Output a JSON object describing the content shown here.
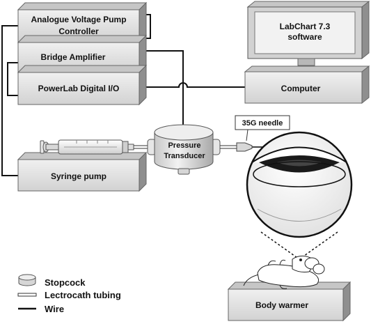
{
  "devices": {
    "pump_controller": {
      "line1": "Analogue Voltage Pump",
      "line2": "Controller"
    },
    "bridge_amplifier": "Bridge Amplifier",
    "powerlab": "PowerLab Digital I/O",
    "syringe_pump": "Syringe pump",
    "monitor": {
      "line1": "LabChart 7.3",
      "line2": "software"
    },
    "computer": "Computer",
    "pressure_transducer": {
      "line1": "Pressure",
      "line2": "Transducer"
    },
    "needle": "35G needle",
    "body_warmer": "Body warmer"
  },
  "legend": {
    "stopcock": "Stopcock",
    "tubing": "Lectrocath tubing",
    "wire": "Wire"
  },
  "colors": {
    "box_front": "#e2e2e2",
    "box_side": "#8f8f8f",
    "box_top": "#c6c6c6",
    "wire": "#111111"
  }
}
